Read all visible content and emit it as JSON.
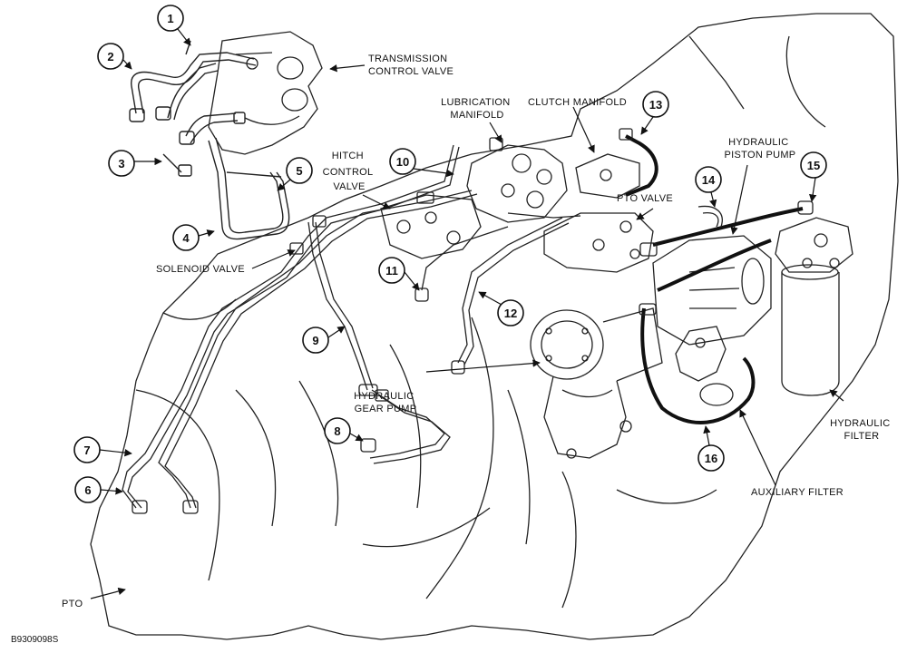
{
  "figure_code": "B9309098S",
  "components": {
    "transmission_control_valve": [
      "TRANSMISSION",
      "CONTROL VALVE"
    ],
    "lubrication_manifold": [
      "LUBRICATION",
      "MANIFOLD"
    ],
    "clutch_manifold": [
      "CLUTCH MANIFOLD"
    ],
    "hitch_control_valve": [
      "HITCH",
      "CONTROL",
      "VALVE"
    ],
    "hydraulic_piston_pump": [
      "HYDRAULIC",
      "PISTON PUMP"
    ],
    "pto_valve": [
      "PTO VALVE"
    ],
    "solenoid_valve": [
      "SOLENOID VALVE"
    ],
    "hydraulic_gear_pump": [
      "HYDRAULIC",
      "GEAR PUMP"
    ],
    "hydraulic_filter": [
      "HYDRAULIC",
      "FILTER"
    ],
    "auxiliary_filter": [
      "AUXILIARY FILTER"
    ],
    "pto": [
      "PTO"
    ]
  },
  "callouts": [
    "1",
    "2",
    "3",
    "4",
    "5",
    "6",
    "7",
    "8",
    "9",
    "10",
    "11",
    "12",
    "13",
    "14",
    "15",
    "16"
  ]
}
